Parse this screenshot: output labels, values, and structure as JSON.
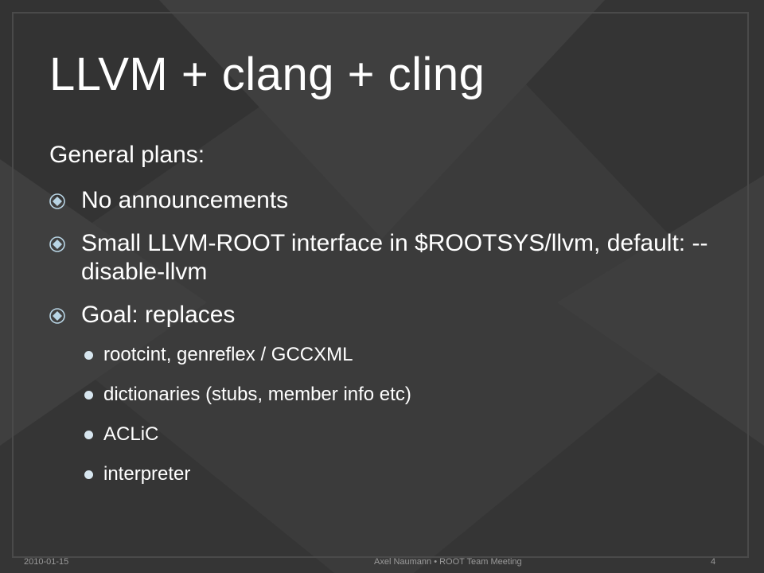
{
  "slide": {
    "title": "LLVM + clang + cling",
    "intro": "General plans:",
    "bullets": [
      {
        "text": "No announcements"
      },
      {
        "text": "Small LLVM-ROOT interface in $ROOTSYS/llvm, default: --disable-llvm"
      },
      {
        "text": "Goal: replaces"
      }
    ],
    "sub_bullets": [
      "rootcint, genreflex / GCCXML",
      "dictionaries (stubs, member info etc)",
      "ACLiC",
      "interpreter"
    ],
    "footer": {
      "date": "2010-01-15",
      "center": "Axel Naumann • ROOT Team Meeting",
      "page": "4"
    }
  },
  "colors": {
    "background": "#3a3a3a",
    "text": "#ffffff",
    "bullet": "#b8d4e4",
    "footer": "#9a9a9a"
  },
  "icons": {
    "level1_bullet": "circled-diamond-icon",
    "level2_bullet": "filled-dot-icon"
  }
}
